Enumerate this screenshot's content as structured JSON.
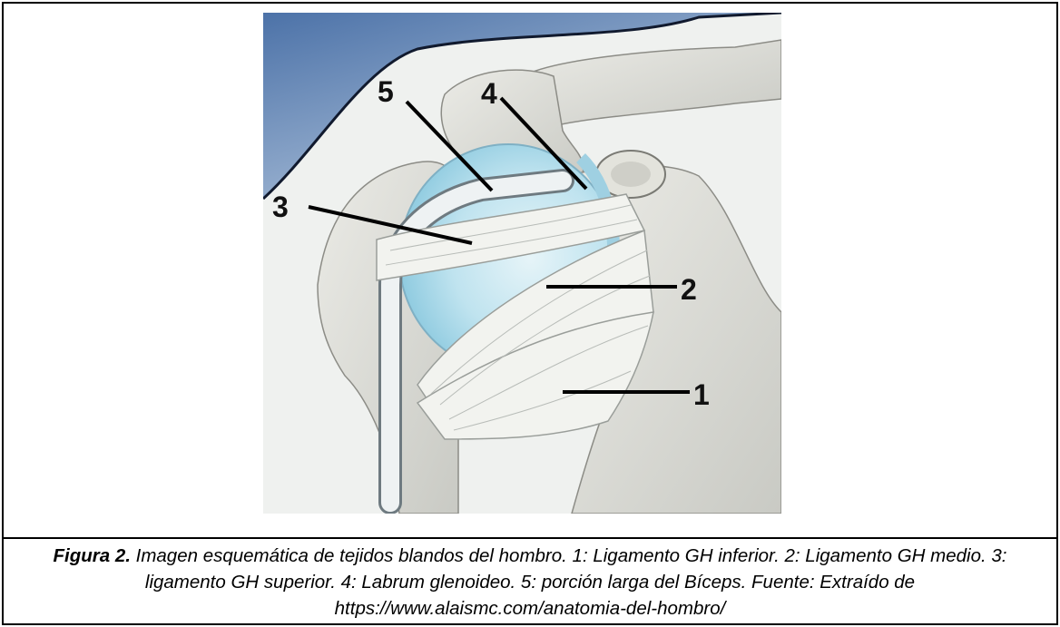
{
  "figure": {
    "labels": [
      "1",
      "2",
      "3",
      "4",
      "5"
    ]
  },
  "caption": {
    "prefix": "Figura 2.",
    "text": " Imagen esquemática de tejidos blandos del hombro. 1: Ligamento GH inferior. 2: Ligamento GH medio. 3: ligamento GH superior. 4: Labrum glenoideo. 5: porción larga del Bíceps.  Fuente: Extraído de https://www.alaismc.com/anatomia-del-hombro/"
  },
  "colors": {
    "border": "#000000",
    "background": "#ffffff",
    "sky_top": "#4c72a8",
    "bone": "#dedfd8",
    "cartilage": "#bfe3ef",
    "ligament": "#f2f3ef"
  }
}
